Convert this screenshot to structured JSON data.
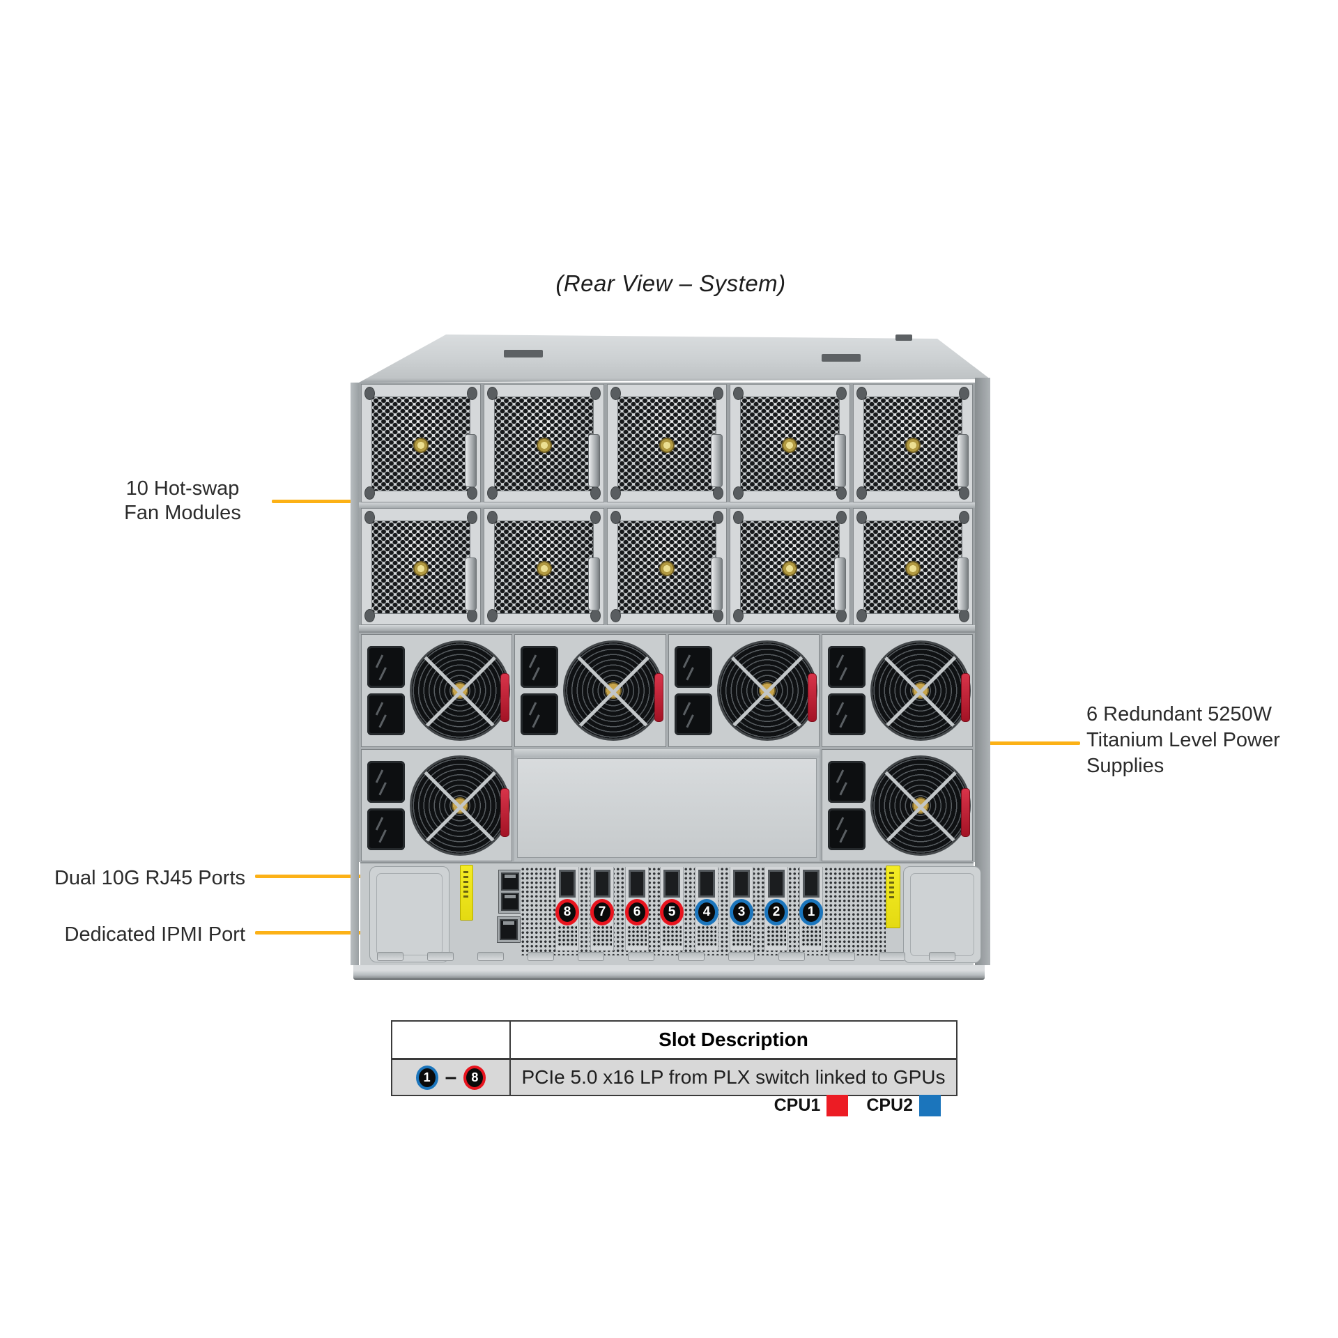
{
  "title": "(Rear View – System)",
  "callouts": {
    "fans": {
      "text": "10 Hot-swap\nFan Modules"
    },
    "psu": {
      "text": "6 Redundant 5250W\nTitanium Level Power\nSupplies"
    },
    "rj45": {
      "text": "Dual 10G RJ45 Ports"
    },
    "ipmi": {
      "text": "Dedicated IPMI Port"
    }
  },
  "io": {
    "slots": [
      {
        "num": "8",
        "cpu": "CPU1"
      },
      {
        "num": "7",
        "cpu": "CPU1"
      },
      {
        "num": "6",
        "cpu": "CPU1"
      },
      {
        "num": "5",
        "cpu": "CPU1"
      },
      {
        "num": "4",
        "cpu": "CPU2"
      },
      {
        "num": "3",
        "cpu": "CPU2"
      },
      {
        "num": "2",
        "cpu": "CPU2"
      },
      {
        "num": "1",
        "cpu": "CPU2"
      }
    ]
  },
  "table": {
    "header": {
      "col1": "",
      "col2": "Slot Description"
    },
    "row": {
      "start_num": "1",
      "start_cpu": "CPU2",
      "dash": "–",
      "end_num": "8",
      "end_cpu": "CPU1",
      "description": "PCIe 5.0 x16 LP from PLX switch linked to GPUs"
    }
  },
  "legend": {
    "cpu1": {
      "label": "CPU1",
      "color": "#EC1C24"
    },
    "cpu2": {
      "label": "CPU2",
      "color": "#1B75BC"
    }
  },
  "colors": {
    "leader_line": "#FCB116",
    "cpu1_red": "#EC1C24",
    "cpu2_blue": "#1B75BC"
  }
}
